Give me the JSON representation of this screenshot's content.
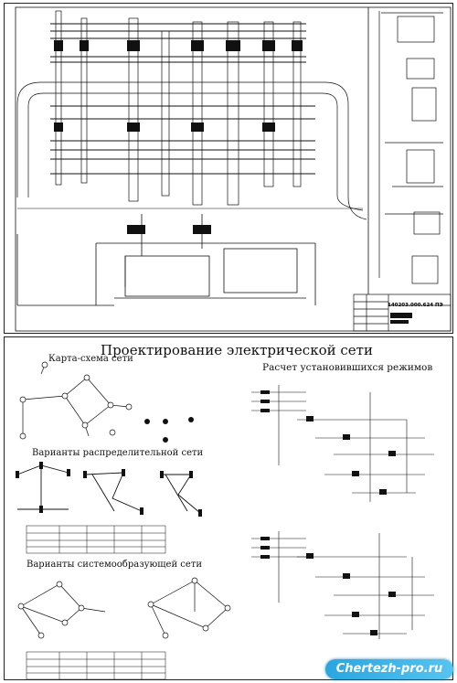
{
  "sheet2": {
    "title": "Проектирование электрической сети",
    "map_heading": "Карта-схема сети",
    "distribution_heading": "Варианты распределительной сети",
    "system_heading": "Варианты системообразующей сети",
    "calc_heading": "Расчет установившихся режимов"
  },
  "stamp": {
    "drawing_code": "140203.000.624 ПЭ"
  },
  "watermark": {
    "text": "Chertezh-pro.ru"
  }
}
